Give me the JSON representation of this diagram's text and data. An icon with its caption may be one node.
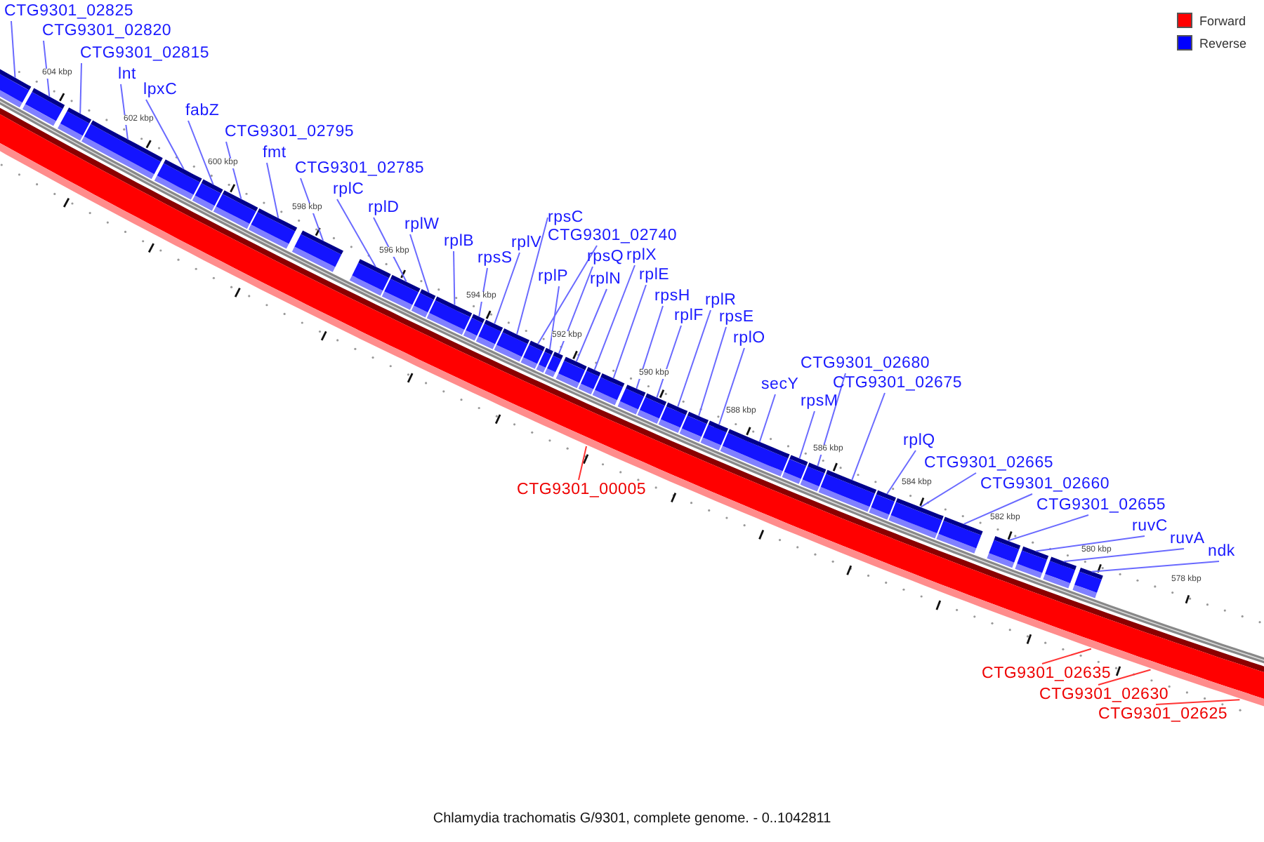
{
  "diagram": {
    "caption": "Chlamydia trachomatis G/9301, complete genome. - 0..1042811",
    "nodes": [
      {
        "text": [
          "CTG9301_02825"
        ]
      },
      {
        "text": [
          "CTG9301_02820"
        ]
      },
      {
        "text": [
          "CTG9301_02815"
        ]
      },
      {
        "text": [
          "lnt"
        ]
      },
      {
        "text": [
          "lpxC"
        ]
      },
      {
        "text": [
          "fabZ"
        ]
      },
      {
        "text": [
          "CTG9301_02795"
        ]
      },
      {
        "text": [
          "fmt"
        ]
      },
      {
        "text": [
          "CTG9301_02785"
        ]
      },
      {
        "text": [
          "rplC"
        ]
      },
      {
        "text": [
          "rplD"
        ]
      },
      {
        "text": [
          "rplW"
        ]
      },
      {
        "text": [
          "rplB"
        ]
      },
      {
        "text": [
          "rpsS"
        ]
      },
      {
        "text": [
          "rplV"
        ]
      },
      {
        "text": [
          "rpsC"
        ]
      },
      {
        "text": [
          "CTG9301_02740"
        ]
      },
      {
        "text": [
          "rplP"
        ]
      },
      {
        "text": [
          "rpsQ"
        ]
      },
      {
        "text": [
          "rplN"
        ]
      },
      {
        "text": [
          "rplX"
        ]
      },
      {
        "text": [
          "rplE"
        ]
      },
      {
        "text": [
          "rpsH"
        ]
      },
      {
        "text": [
          "rplF"
        ]
      },
      {
        "text": [
          "rplR"
        ]
      },
      {
        "text": [
          "rpsE"
        ]
      },
      {
        "text": [
          "rplO"
        ]
      },
      {
        "text": [
          "secY"
        ]
      },
      {
        "text": [
          "rpsM"
        ]
      },
      {
        "text": [
          "CTG9301_02680"
        ]
      },
      {
        "text": [
          "CTG9301_02675"
        ]
      },
      {
        "text": [
          "rplQ"
        ]
      },
      {
        "text": [
          "CTG9301_02665"
        ]
      },
      {
        "text": [
          "CTG9301_02660"
        ]
      },
      {
        "text": [
          "CTG9301_02655"
        ]
      },
      {
        "text": [
          "ruvC"
        ]
      },
      {
        "text": [
          "ruvA"
        ]
      },
      {
        "text": [
          "ndk"
        ]
      },
      {
        "text": [
          "CTG9301_00005"
        ]
      },
      {
        "text": [
          "CTG9301_02635"
        ]
      },
      {
        "text": [
          "CTG9301_02630"
        ]
      },
      {
        "text": [
          "CTG9301_02625"
        ]
      },
      {
        "text": [],
        "shape": "box"
      },
      {
        "text": [],
        "shape": "box"
      },
      {
        "text": [],
        "shape": "box"
      },
      {
        "text": [],
        "shape": "box"
      },
      {
        "text": [],
        "shape": "box"
      },
      {
        "text": [],
        "shape": "box"
      },
      {
        "text": [],
        "shape": "box"
      },
      {
        "text": [],
        "shape": "box"
      },
      {
        "text": [],
        "shape": "box"
      },
      {
        "text": [],
        "shape": "box"
      },
      {
        "text": [],
        "shape": "box"
      },
      {
        "text": [],
        "shape": "box"
      },
      {
        "text": [],
        "shape": "box"
      },
      {
        "text": [],
        "shape": "box"
      },
      {
        "text": [],
        "shape": "box"
      },
      {
        "text": [],
        "shape": "box"
      },
      {
        "text": [],
        "shape": "box"
      },
      {
        "text": [],
        "shape": "box"
      },
      {
        "text": [],
        "shape": "box"
      },
      {
        "text": [],
        "shape": "box"
      },
      {
        "text": [],
        "shape": "box"
      },
      {
        "text": [],
        "shape": "box"
      },
      {
        "text": [],
        "shape": "box"
      },
      {
        "text": [],
        "shape": "box"
      },
      {
        "text": [],
        "shape": "box"
      },
      {
        "text": [],
        "shape": "box"
      },
      {
        "text": [],
        "shape": "box"
      },
      {
        "text": [],
        "shape": "box"
      },
      {
        "text": [],
        "shape": "box"
      },
      {
        "text": [],
        "shape": "box"
      },
      {
        "text": [],
        "shape": "box"
      },
      {
        "text": [],
        "shape": "box"
      },
      {
        "text": [],
        "shape": "box"
      },
      {
        "text": [],
        "shape": "box"
      },
      {
        "text": [],
        "shape": "box"
      },
      {
        "text": [],
        "shape": "box"
      },
      {
        "text": [],
        "shape": "box"
      },
      {
        "text": [],
        "shape": "box"
      }
    ],
    "edges": [
      {
        "from": 0,
        "to": 42,
        "arrow": "none"
      },
      {
        "from": 1,
        "to": 43,
        "arrow": "none"
      },
      {
        "from": 2,
        "to": 44,
        "arrow": "none"
      },
      {
        "from": 3,
        "to": 45,
        "arrow": "none"
      },
      {
        "from": 4,
        "to": 46,
        "arrow": "none"
      },
      {
        "from": 5,
        "to": 47,
        "arrow": "none"
      },
      {
        "from": 6,
        "to": 48,
        "arrow": "none"
      },
      {
        "from": 7,
        "to": 49,
        "arrow": "none"
      },
      {
        "from": 8,
        "to": 50,
        "arrow": "none"
      },
      {
        "from": 9,
        "to": 51,
        "arrow": "none"
      },
      {
        "from": 10,
        "to": 52,
        "arrow": "none"
      },
      {
        "from": 11,
        "to": 53,
        "arrow": "none"
      },
      {
        "from": 12,
        "to": 54,
        "arrow": "none"
      },
      {
        "from": 13,
        "to": 55,
        "arrow": "none"
      },
      {
        "from": 14,
        "to": 56,
        "arrow": "none"
      },
      {
        "from": 15,
        "to": 57,
        "arrow": "none"
      },
      {
        "from": 16,
        "to": 58,
        "arrow": "none"
      },
      {
        "from": 17,
        "to": 59,
        "arrow": "none"
      },
      {
        "from": 18,
        "to": 60,
        "arrow": "none"
      },
      {
        "from": 19,
        "to": 61,
        "arrow": "none"
      },
      {
        "from": 20,
        "to": 62,
        "arrow": "none"
      },
      {
        "from": 21,
        "to": 63,
        "arrow": "none"
      },
      {
        "from": 22,
        "to": 64,
        "arrow": "none"
      },
      {
        "from": 23,
        "to": 65,
        "arrow": "none"
      },
      {
        "from": 24,
        "to": 66,
        "arrow": "none"
      },
      {
        "from": 25,
        "to": 67,
        "arrow": "none"
      },
      {
        "from": 26,
        "to": 68,
        "arrow": "none"
      },
      {
        "from": 27,
        "to": 69,
        "arrow": "none"
      },
      {
        "from": 28,
        "to": 70,
        "arrow": "none"
      },
      {
        "from": 29,
        "to": 71,
        "arrow": "none"
      },
      {
        "from": 30,
        "to": 72,
        "arrow": "none"
      },
      {
        "from": 31,
        "to": 73,
        "arrow": "none"
      },
      {
        "from": 32,
        "to": 74,
        "arrow": "none"
      },
      {
        "from": 33,
        "to": 75,
        "arrow": "none"
      },
      {
        "from": 34,
        "to": 76,
        "arrow": "none"
      },
      {
        "from": 35,
        "to": 77,
        "arrow": "none"
      },
      {
        "from": 36,
        "to": 78,
        "arrow": "none"
      },
      {
        "from": 37,
        "to": 79,
        "arrow": "none"
      },
      {
        "from": 38,
        "to": null,
        "arrow": "none",
        "color": "#ff3333"
      },
      {
        "from": 39,
        "to": null,
        "arrow": "none",
        "color": "#ff3333"
      },
      {
        "from": 40,
        "to": null,
        "arrow": "none",
        "color": "#ff3333"
      },
      {
        "from": 41,
        "to": null,
        "arrow": "none",
        "color": "#ff3333"
      }
    ],
    "labels": [
      "604 kbp",
      "602 kbp",
      "600 kbp",
      "598 kbp",
      "596 kbp",
      "594 kbp",
      "592 kbp",
      "590 kbp",
      "588 kbp",
      "586 kbp",
      "584 kbp",
      "582 kbp",
      "580 kbp",
      "578 kbp"
    ],
    "legend": [
      {
        "text": "Forward",
        "color": "#ff0000"
      },
      {
        "text": "Reverse",
        "color": "#0000ff"
      }
    ]
  }
}
